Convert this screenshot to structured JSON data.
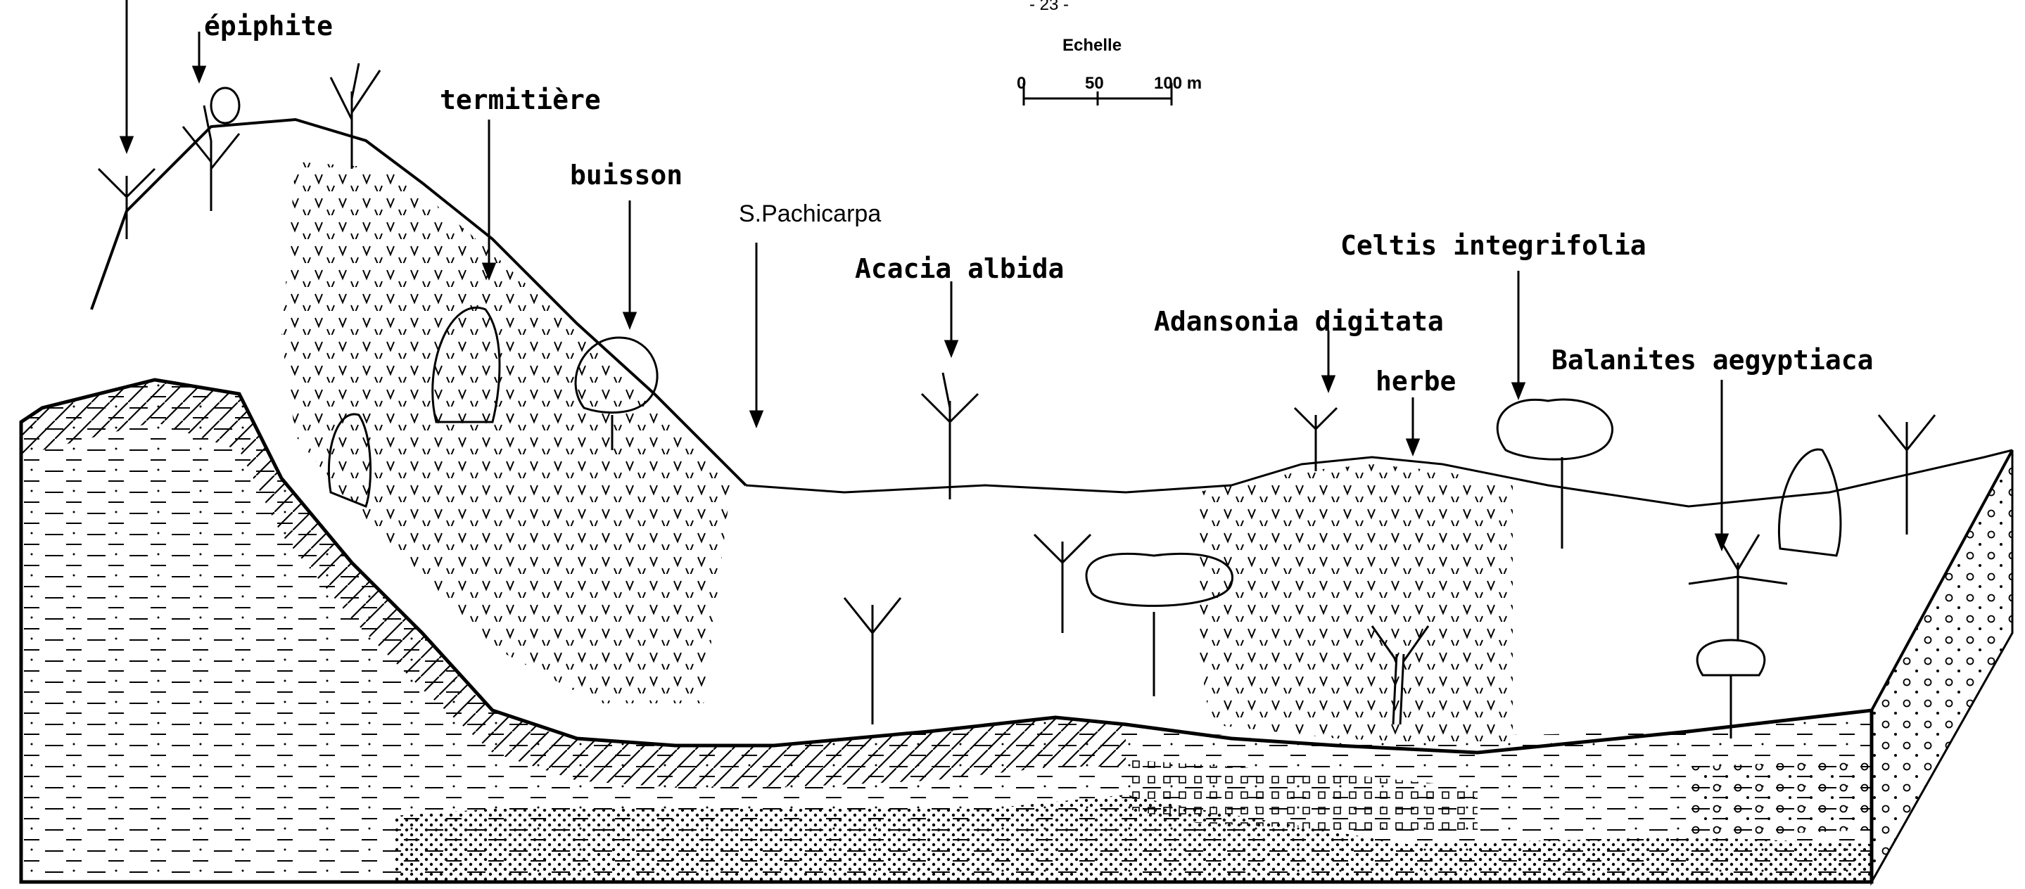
{
  "page_number": "- 23 -",
  "scale": {
    "title": "Echelle",
    "ticks": [
      "0",
      "50",
      "100 m"
    ]
  },
  "labels": {
    "epiphyte": "épiphite",
    "termite_mound": "termitière",
    "bush": "buisson",
    "s_pachicarpa": "S.Pachicarpa",
    "acacia_albida": "Acacia albida",
    "adansonia_digitata": "Adansonia digitata",
    "herb": "herbe",
    "celtis_integrifolia": "Celtis integrifolia",
    "balanites_aegyptiaca": "Balanites aegyptiaca"
  }
}
